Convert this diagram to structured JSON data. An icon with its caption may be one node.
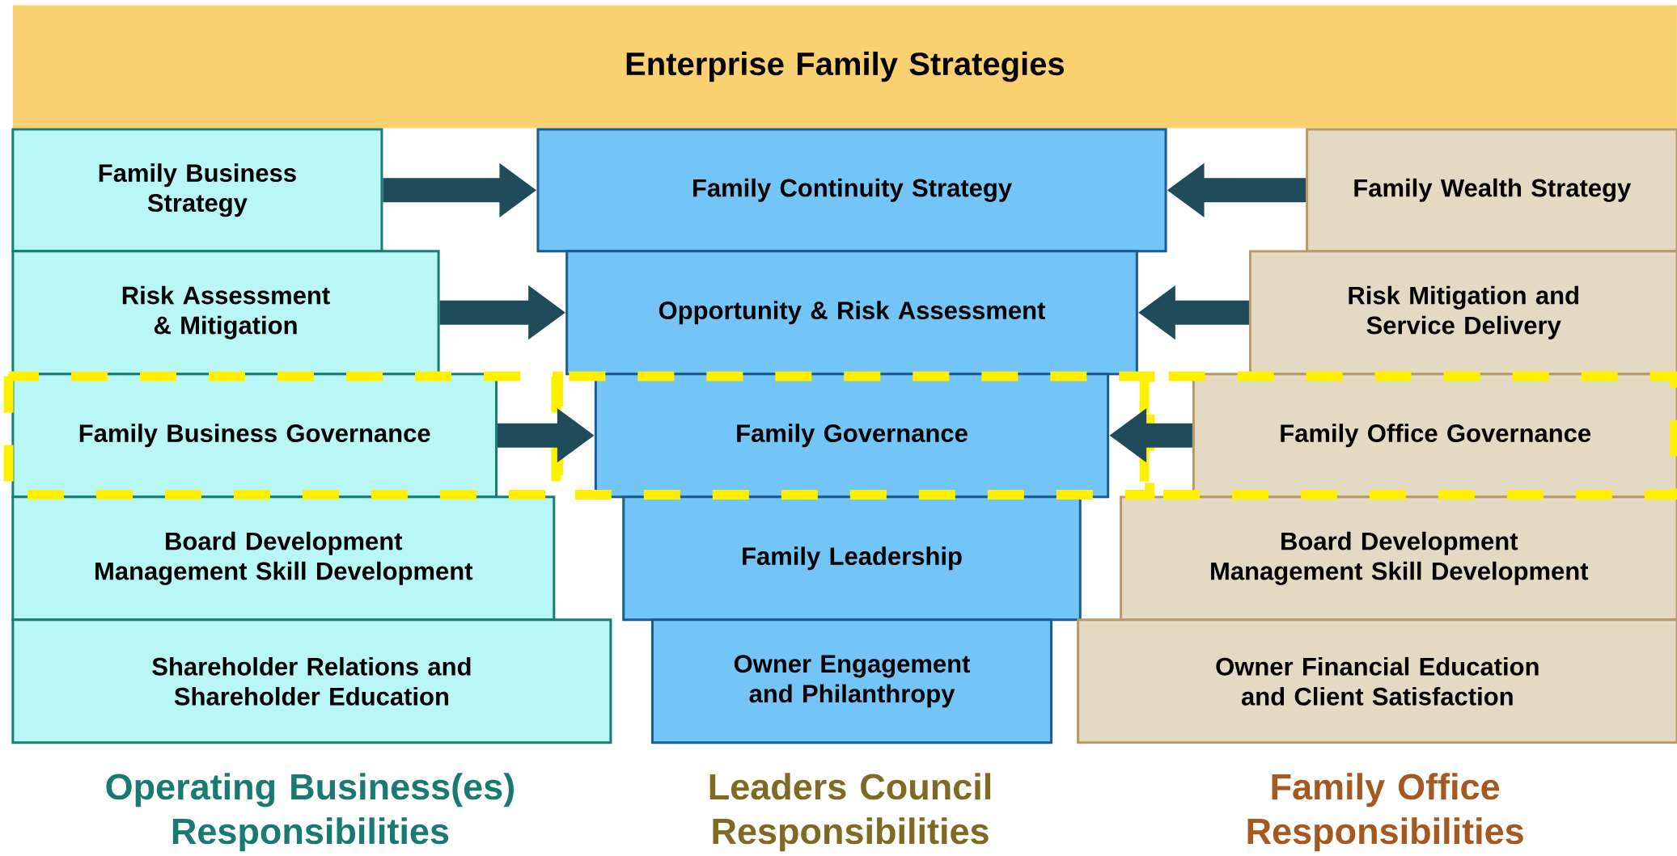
{
  "diagram": {
    "nodes": [
      {
        "text": [
          "Enterprise Family Strategies"
        ]
      },
      {
        "text": [
          "Family Business Strategy"
        ]
      },
      {
        "text": [
          "Risk Assessment & Mitigation"
        ]
      },
      {
        "text": [
          "Family Business Governance"
        ]
      },
      {
        "text": [
          "Board Development Management Skill Development"
        ]
      },
      {
        "text": [
          "Shareholder Relations and Shareholder Education"
        ]
      },
      {
        "text": [
          "Family Continuity Strategy"
        ]
      },
      {
        "text": [
          "Opportunity & Risk Assessment"
        ]
      },
      {
        "text": [
          "Family Governance"
        ]
      },
      {
        "text": [
          "Family Leadership"
        ]
      },
      {
        "text": [
          "Owner Engagement and Philanthropy"
        ]
      },
      {
        "text": [
          "Family Wealth Strategy"
        ]
      },
      {
        "text": [
          "Risk Mitigation and Service Delivery"
        ]
      },
      {
        "text": [
          "Family Office Governance"
        ]
      },
      {
        "text": [
          "Board Development Management Skill Development"
        ]
      },
      {
        "text": [
          "Owner Financial Education and Client Satisfaction"
        ]
      }
    ],
    "edges": [
      {
        "from": 1,
        "to": 6,
        "arrow": "to"
      },
      {
        "from": 2,
        "to": 7,
        "arrow": "to"
      },
      {
        "from": 3,
        "to": 8,
        "arrow": "to"
      },
      {
        "from": 11,
        "to": 6,
        "arrow": "to"
      },
      {
        "from": 12,
        "to": 7,
        "arrow": "to"
      },
      {
        "from": 13,
        "to": 8,
        "arrow": "to"
      }
    ],
    "labels": [
      "Operating Business(es) Responsibilities",
      "Leaders Council Responsibilities",
      "Family Office Responsibilities"
    ]
  }
}
